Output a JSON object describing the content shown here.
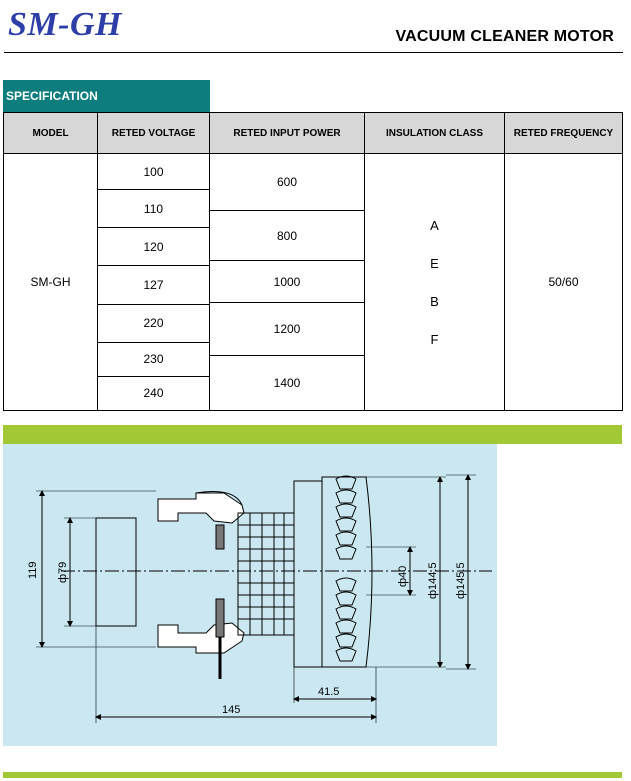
{
  "header": {
    "brand": "SM-GH",
    "title": "VACUUM CLEANER MOTOR"
  },
  "spec": {
    "tab_label": "SPECIFICATION",
    "columns": [
      "MODEL",
      "RETED VOLTAGE",
      "RETED INPUT POWER",
      "INSULATION CLASS",
      "RETED FREQUENCY"
    ],
    "model": "SM-GH",
    "voltages": [
      "100",
      "110",
      "120",
      "127",
      "220",
      "230",
      "240"
    ],
    "powers": [
      "600",
      "800",
      "1000",
      "1200",
      "1400"
    ],
    "insulation_classes": [
      "A",
      "E",
      "B",
      "F"
    ],
    "frequency": "50/60"
  },
  "drawing": {
    "dimensions": {
      "overall_height": "119",
      "inner_diameter": "ф79",
      "shaft_diameter": "ф40",
      "fan_inner_diameter": "ф144.5",
      "fan_outer_diameter": "ф145.5",
      "fan_depth": "41.5",
      "total_length": "145"
    }
  },
  "colors": {
    "brand": "#2e3ea8",
    "spec_tab": "#0e7d7d",
    "header_row": "#d7d7d7",
    "accent_bar": "#a2c935",
    "drawing_bg": "#cbe8f2"
  }
}
